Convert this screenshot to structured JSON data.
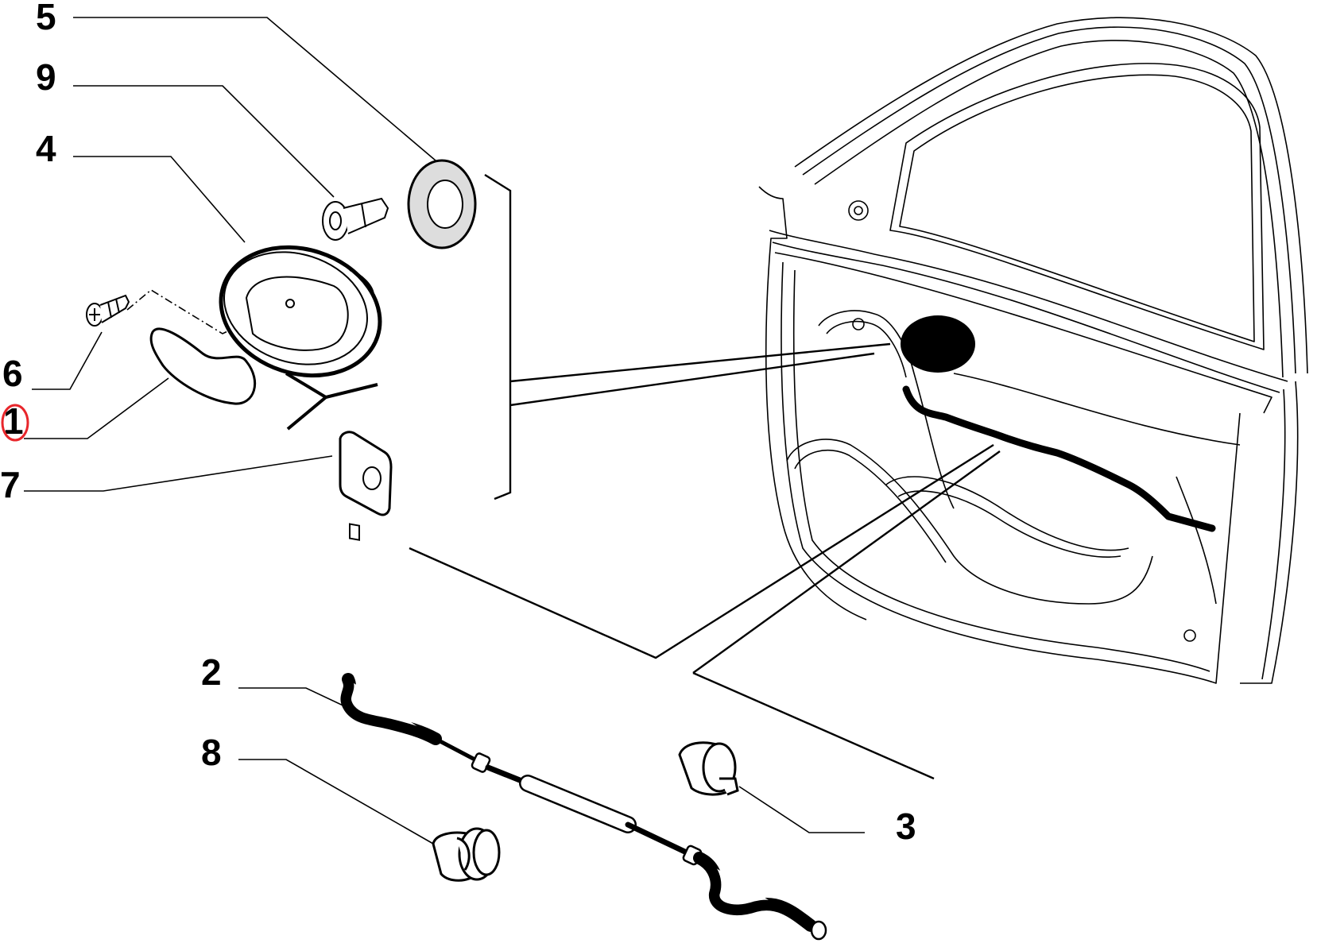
{
  "diagram": {
    "callouts": [
      {
        "id": "5",
        "label": "5"
      },
      {
        "id": "9",
        "label": "9"
      },
      {
        "id": "4",
        "label": "4"
      },
      {
        "id": "6",
        "label": "6"
      },
      {
        "id": "1",
        "label": "1"
      },
      {
        "id": "7",
        "label": "7"
      },
      {
        "id": "2",
        "label": "2"
      },
      {
        "id": "8",
        "label": "8"
      },
      {
        "id": "3",
        "label": "3"
      }
    ],
    "highlight_color": "#e8262b",
    "line_color": "#000000"
  }
}
